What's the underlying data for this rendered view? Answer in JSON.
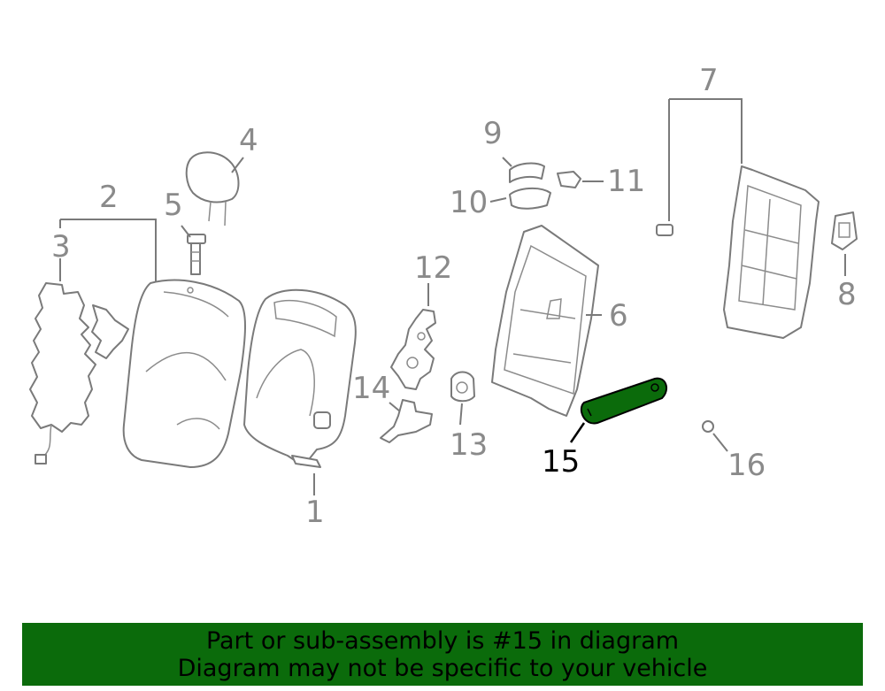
{
  "diagram": {
    "highlight_color": "#0b6b0b",
    "callouts": [
      {
        "id": "1",
        "text": "1"
      },
      {
        "id": "2",
        "text": "2"
      },
      {
        "id": "3",
        "text": "3"
      },
      {
        "id": "4",
        "text": "4"
      },
      {
        "id": "5",
        "text": "5"
      },
      {
        "id": "6",
        "text": "6"
      },
      {
        "id": "7",
        "text": "7"
      },
      {
        "id": "8",
        "text": "8"
      },
      {
        "id": "9",
        "text": "9"
      },
      {
        "id": "10",
        "text": "10"
      },
      {
        "id": "11",
        "text": "11"
      },
      {
        "id": "12",
        "text": "12"
      },
      {
        "id": "13",
        "text": "13"
      },
      {
        "id": "14",
        "text": "14"
      },
      {
        "id": "15",
        "text": "15",
        "highlighted": true
      },
      {
        "id": "16",
        "text": "16"
      }
    ]
  },
  "banner": {
    "line1": "Part or sub-assembly is #15 in diagram",
    "line2": "Diagram may not be specific to your vehicle",
    "background": "#0b6b0b"
  }
}
